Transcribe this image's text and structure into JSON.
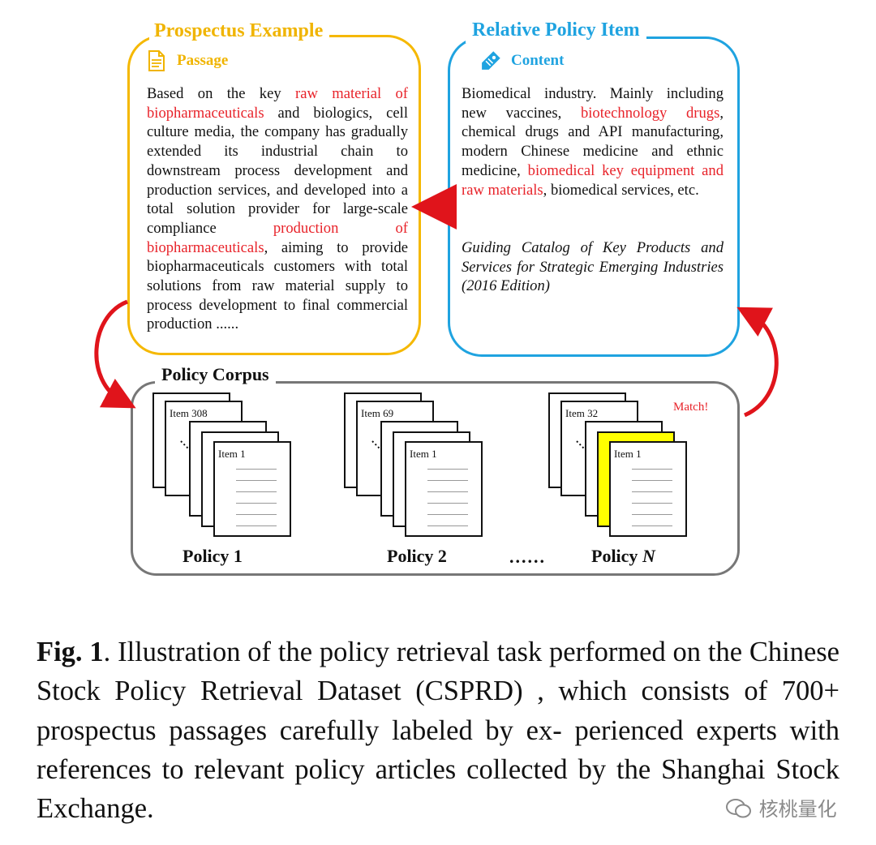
{
  "prospectus": {
    "title": "Prospectus Example",
    "section_label": "Passage",
    "icon": "document-icon",
    "passage_segments": [
      {
        "text": "Based on the key ",
        "highlight": false
      },
      {
        "text": "raw material of biopharmaceuticals",
        "highlight": true
      },
      {
        "text": " and biologics, cell culture media, the company has gradually extended its industrial chain to downstream process development and production services, and developed into a total solution provider for large-scale compliance ",
        "highlight": false
      },
      {
        "text": "production of biopharmaceuticals",
        "highlight": true
      },
      {
        "text": ", aiming to provide biopharmaceuticals customers with total solutions from raw material supply to process development to final commercial production ......",
        "highlight": false
      }
    ]
  },
  "policy_item": {
    "title": "Relative Policy Item",
    "section_label": "Content",
    "icon": "tag-icon",
    "content_segments": [
      {
        "text": "Biomedical industry. Mainly including new vaccines, ",
        "highlight": false
      },
      {
        "text": "biotechnology drugs",
        "highlight": true
      },
      {
        "text": ", chemical drugs and API manufacturing, modern Chinese medicine and ethnic medicine, ",
        "highlight": false
      },
      {
        "text": "biomedical key equipment and raw materials",
        "highlight": true
      },
      {
        "text": ", biomedical services, etc.",
        "highlight": false
      }
    ],
    "source": "Guiding Catalog of Key Products and Services for Strategic Emerging Industries (2016 Edition)"
  },
  "corpus": {
    "title": "Policy Corpus",
    "match_label": "Match!",
    "ellipsis": "......",
    "policies": [
      {
        "label": "Policy 1",
        "italic_suffix": "",
        "top_item": "Item 308",
        "front_item": "Item 1",
        "matched": false
      },
      {
        "label": "Policy 2",
        "italic_suffix": "",
        "top_item": "Item 69",
        "front_item": "Item 1",
        "matched": false
      },
      {
        "label": "Policy ",
        "italic_suffix": "N",
        "top_item": "Item 32",
        "front_item": "Item 1",
        "matched": true
      }
    ]
  },
  "caption": {
    "label": "Fig. 1",
    "text": ". Illustration of the policy retrieval task performed on the Chinese Stock Policy Retrieval Dataset (CSPRD) , which consists of 700+ prospectus passages carefully labeled by ex- perienced experts with references to relevant policy articles collected by the Shanghai Stock Exchange."
  },
  "watermark": "核桃量化",
  "colors": {
    "prospectus_accent": "#f5b800",
    "policy_accent": "#1fa3e0",
    "highlight": "#e8232a",
    "match_fill": "#ffff00",
    "corpus_border": "#777777",
    "arrow": "#e0141b"
  }
}
